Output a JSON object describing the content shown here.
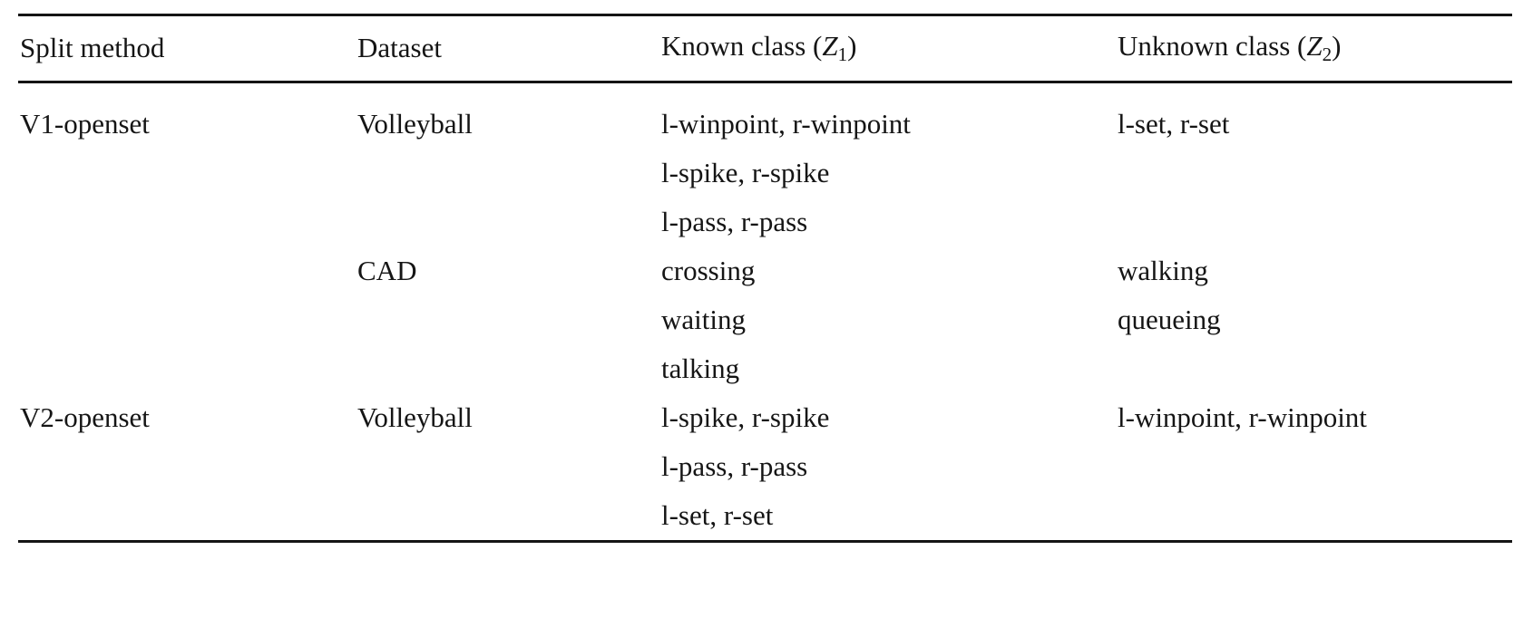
{
  "table": {
    "columns": [
      {
        "key": "split_method",
        "label": "Split method"
      },
      {
        "key": "dataset",
        "label": "Dataset"
      },
      {
        "key": "known_class",
        "label_prefix": "Known class (",
        "label_var": "Z",
        "label_sub": "1",
        "label_suffix": ")"
      },
      {
        "key": "unknown_class",
        "label_prefix": "Unknown class (",
        "label_var": "Z",
        "label_sub": "2",
        "label_suffix": ")"
      }
    ],
    "rows": [
      {
        "split_method": "V1-openset",
        "dataset": "Volleyball",
        "known_class": [
          "l-winpoint, r-winpoint",
          "l-spike, r-spike",
          "l-pass, r-pass"
        ],
        "unknown_class": [
          "l-set, r-set",
          "",
          ""
        ]
      },
      {
        "split_method": "",
        "dataset": "CAD",
        "known_class": [
          "crossing",
          "waiting",
          "talking"
        ],
        "unknown_class": [
          "walking",
          "queueing",
          ""
        ]
      },
      {
        "split_method": "V2-openset",
        "dataset": "Volleyball",
        "known_class": [
          "l-spike, r-spike",
          "l-pass, r-pass",
          "l-set, r-set"
        ],
        "unknown_class": [
          "l-winpoint, r-winpoint",
          "",
          ""
        ]
      }
    ]
  }
}
